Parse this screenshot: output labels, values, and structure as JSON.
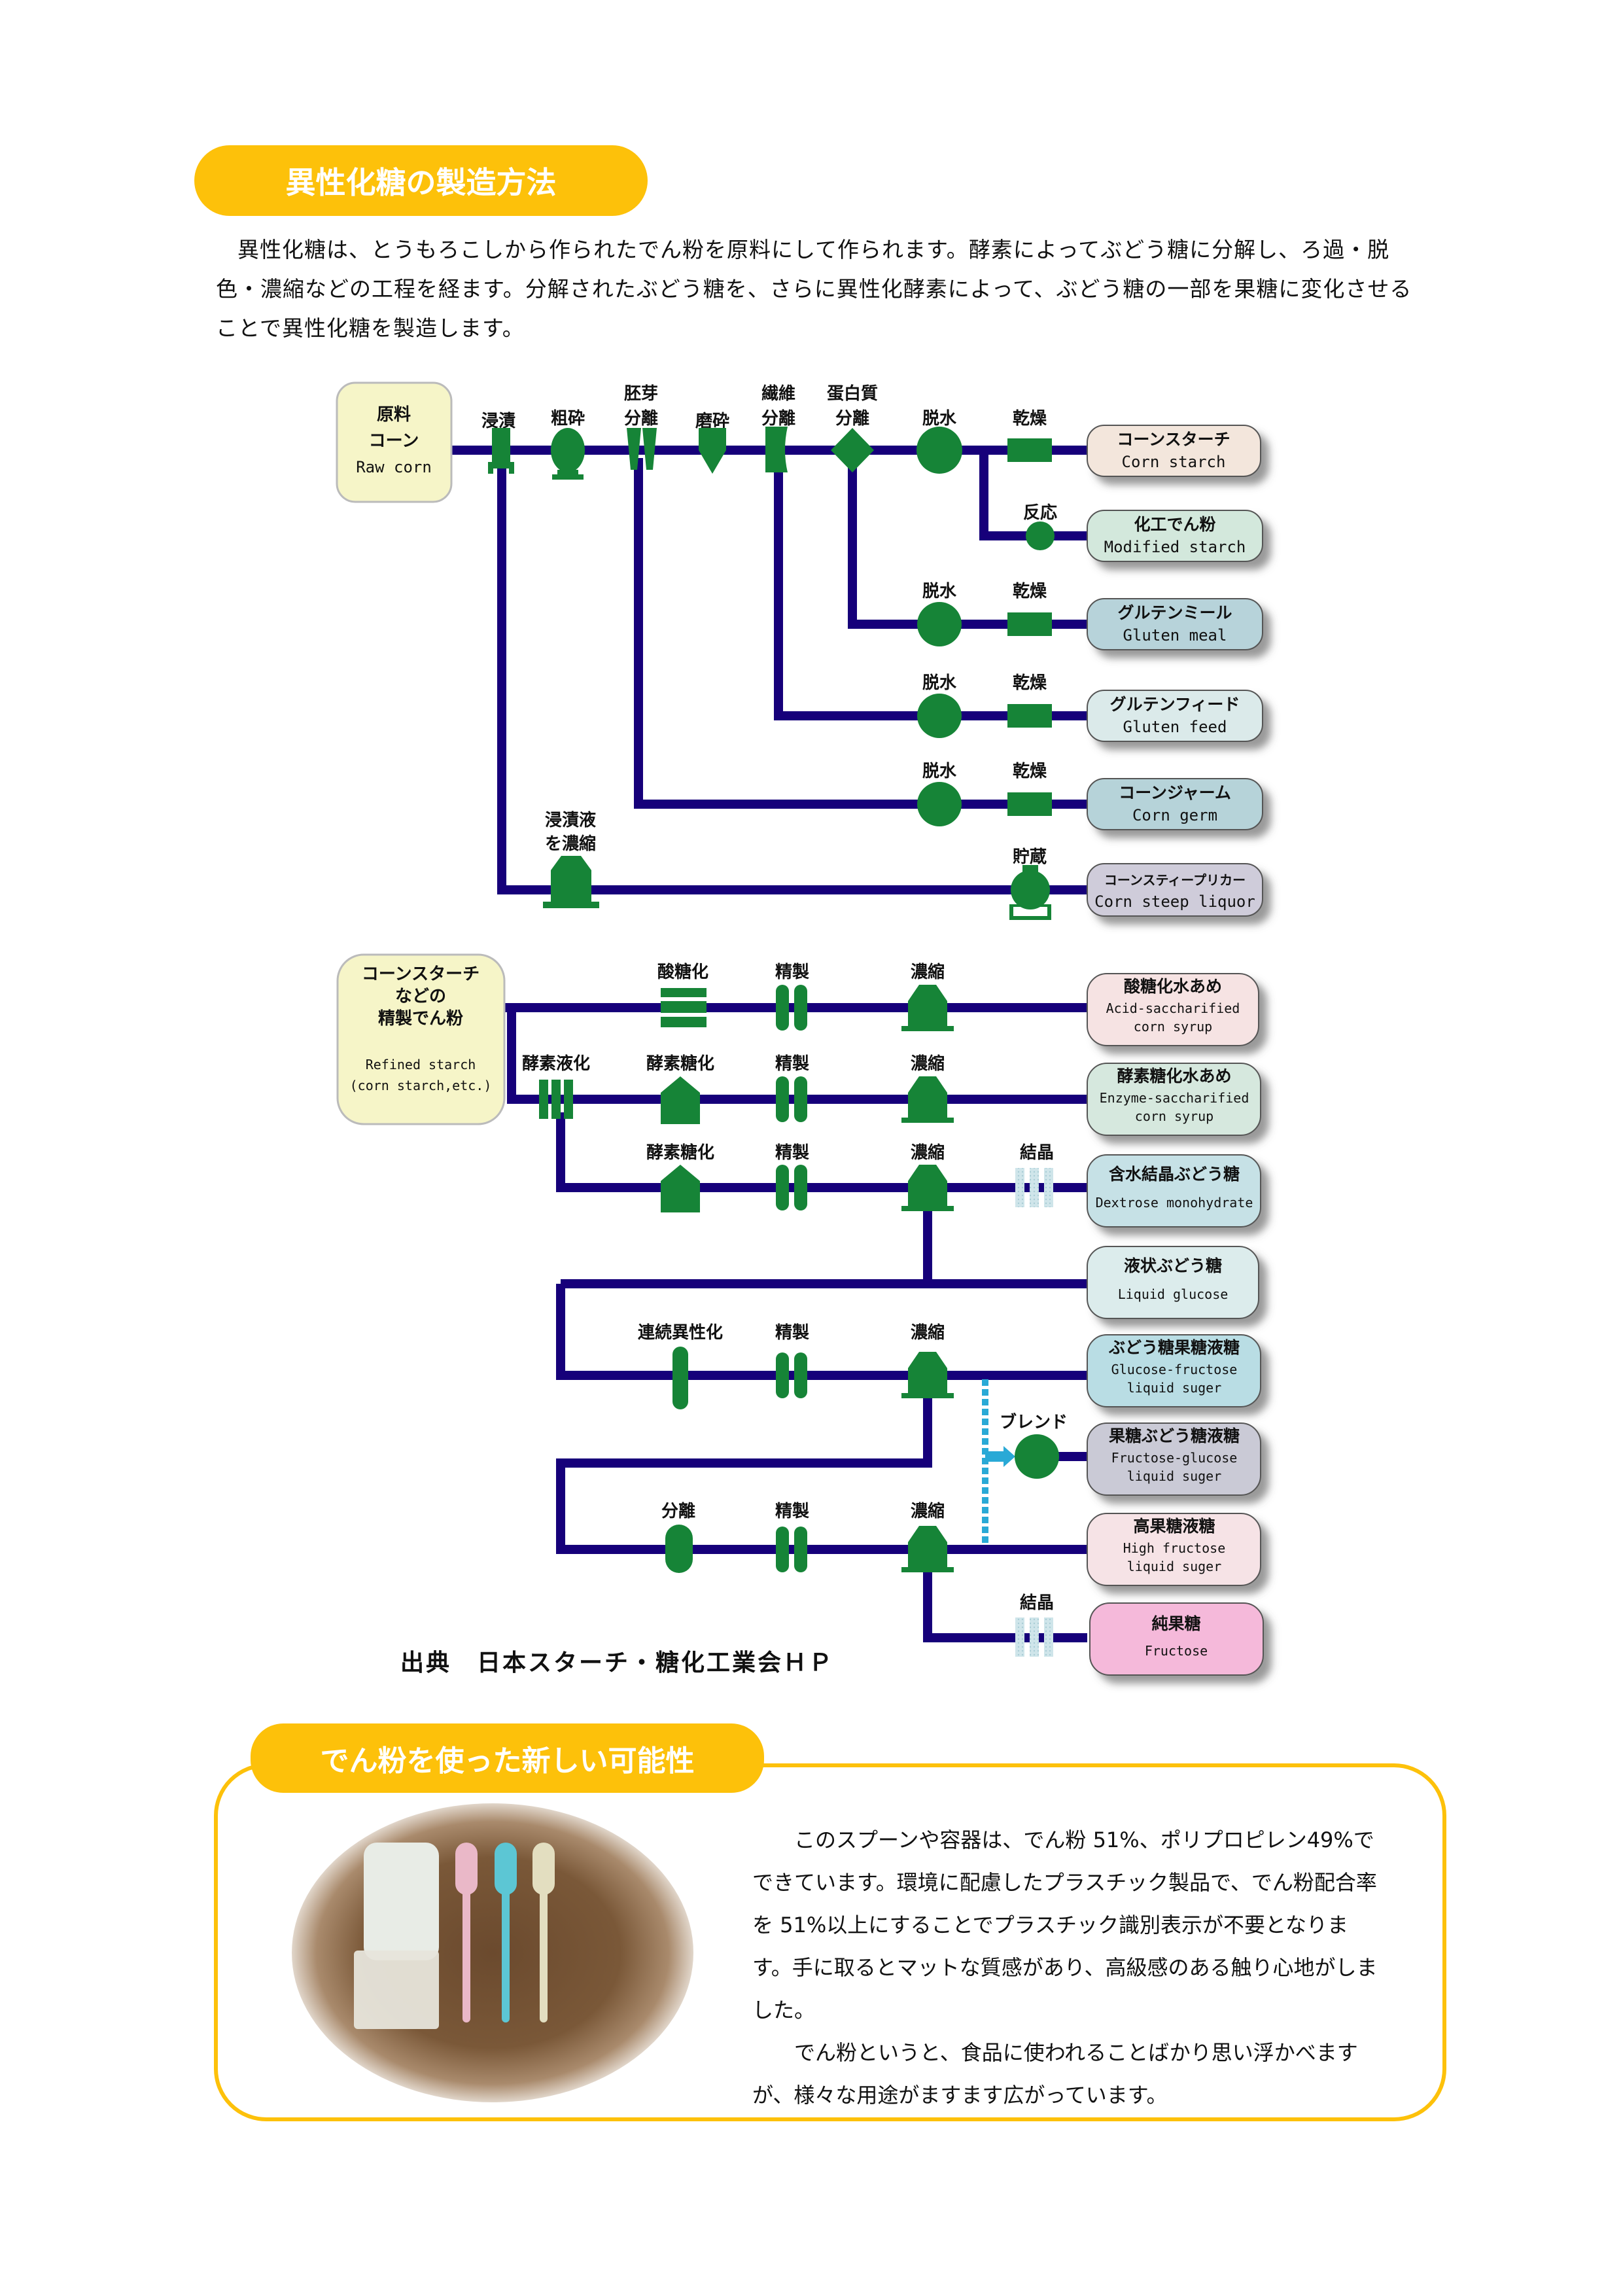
{
  "section1": {
    "title": "異性化糖の製造方法",
    "intro": "異性化糖は、とうもろこしから作られたでん粉を原料にして作られます。酵素によってぶどう糖に分解し、ろ過・脱色・濃縮などの工程を経ます。分解されたぶどう糖を、さらに異性化酵素によって、ぶどう糖の一部を果糖に変化させることで異性化糖を製造します。"
  },
  "diagram": {
    "raw": {
      "jp1": "原料",
      "jp2": "コーン",
      "en": "Raw corn"
    },
    "steps_top": {
      "steep": "浸漬",
      "coarse": "粗砕",
      "germ1": "胚芽",
      "germ2": "分離",
      "mill": "磨砕",
      "fiber1": "繊維",
      "fiber2": "分離",
      "protein1": "蛋白質",
      "protein2": "分離",
      "dewater": "脱水",
      "dry": "乾燥",
      "react": "反応",
      "steepliq1": "浸漬液",
      "steepliq2": "を濃縮",
      "store": "貯蔵"
    },
    "products_top": [
      {
        "jp": "コーンスターチ",
        "en": "Corn starch",
        "color": "#f3e6dc"
      },
      {
        "jp": "化工でん粉",
        "en": "Modified starch",
        "color": "#d3e8dc"
      },
      {
        "jp": "グルテンミール",
        "en": "Gluten meal",
        "color": "#b7d3da"
      },
      {
        "jp": "グルテンフィード",
        "en": "Gluten feed",
        "color": "#dbeaea"
      },
      {
        "jp": "コーンジャーム",
        "en": "Corn germ",
        "color": "#b6d3d9"
      },
      {
        "jp": "コーンスティープリカー",
        "en": "Corn steep liquor",
        "color": "#cfccda"
      }
    ],
    "refined": {
      "jp1": "コーンスターチ",
      "jp2": "などの",
      "jp3": "精製でん粉",
      "en1": "Refined starch",
      "en2": "(corn starch,etc.)"
    },
    "steps_bottom": {
      "acid": "酸糖化",
      "refine": "精製",
      "concentrate": "濃縮",
      "liquefy": "酵素液化",
      "enzyme": "酵素糖化",
      "crystal": "結晶",
      "isomerize": "連続異性化",
      "separate": "分離",
      "blend": "ブレンド"
    },
    "products_bottom": [
      {
        "jp": "酸糖化水あめ",
        "en1": "Acid-saccharified",
        "en2": "corn syrup",
        "color": "#f6e3e3"
      },
      {
        "jp": "酵素糖化水あめ",
        "en1": "Enzyme-saccharified",
        "en2": "corn syrup",
        "color": "#d6e8de"
      },
      {
        "jp": "含水結晶ぶどう糖",
        "en1": "Dextrose monohydrate",
        "en2": "",
        "color": "#c6e1e6"
      },
      {
        "jp": "液状ぶどう糖",
        "en1": "Liquid glucose",
        "en2": "",
        "color": "#dcecec"
      },
      {
        "jp": "ぶどう糖果糖液糖",
        "en1": "Glucose-fructose",
        "en2": "liquid suger",
        "color": "#b9dde4"
      },
      {
        "jp": "果糖ぶどう糖液糖",
        "en1": "Fructose-glucose",
        "en2": "liquid suger",
        "color": "#cacad6"
      },
      {
        "jp": "高果糖液糖",
        "en1": "High fructose",
        "en2": "liquid suger",
        "color": "#f6e3e6"
      },
      {
        "jp": "純果糖",
        "en1": "Fructose",
        "en2": "",
        "color": "#f5b9da"
      }
    ],
    "source": "出典　日本スターチ・糖化工業会ＨＰ"
  },
  "section2": {
    "title": "でん粉を使った新しい可能性",
    "para1": "このスプーンや容器は、でん粉 51%、ポリプロピレン49%でできています。環境に配慮したプラスチック製品で、でん粉配合率を 51%以上にすることでプラスチック識別表示が不要となります。手に取るとマットな質感があり、高級感のある触り心地がしました。",
    "para2": "でん粉というと、食品に使われることばかり思い浮かべますが、様々な用途がますます広がっています。"
  },
  "colors": {
    "accent": "#fdc10a",
    "pipe": "#16007a",
    "equipment": "#168437",
    "blend": "#29a9d6"
  }
}
